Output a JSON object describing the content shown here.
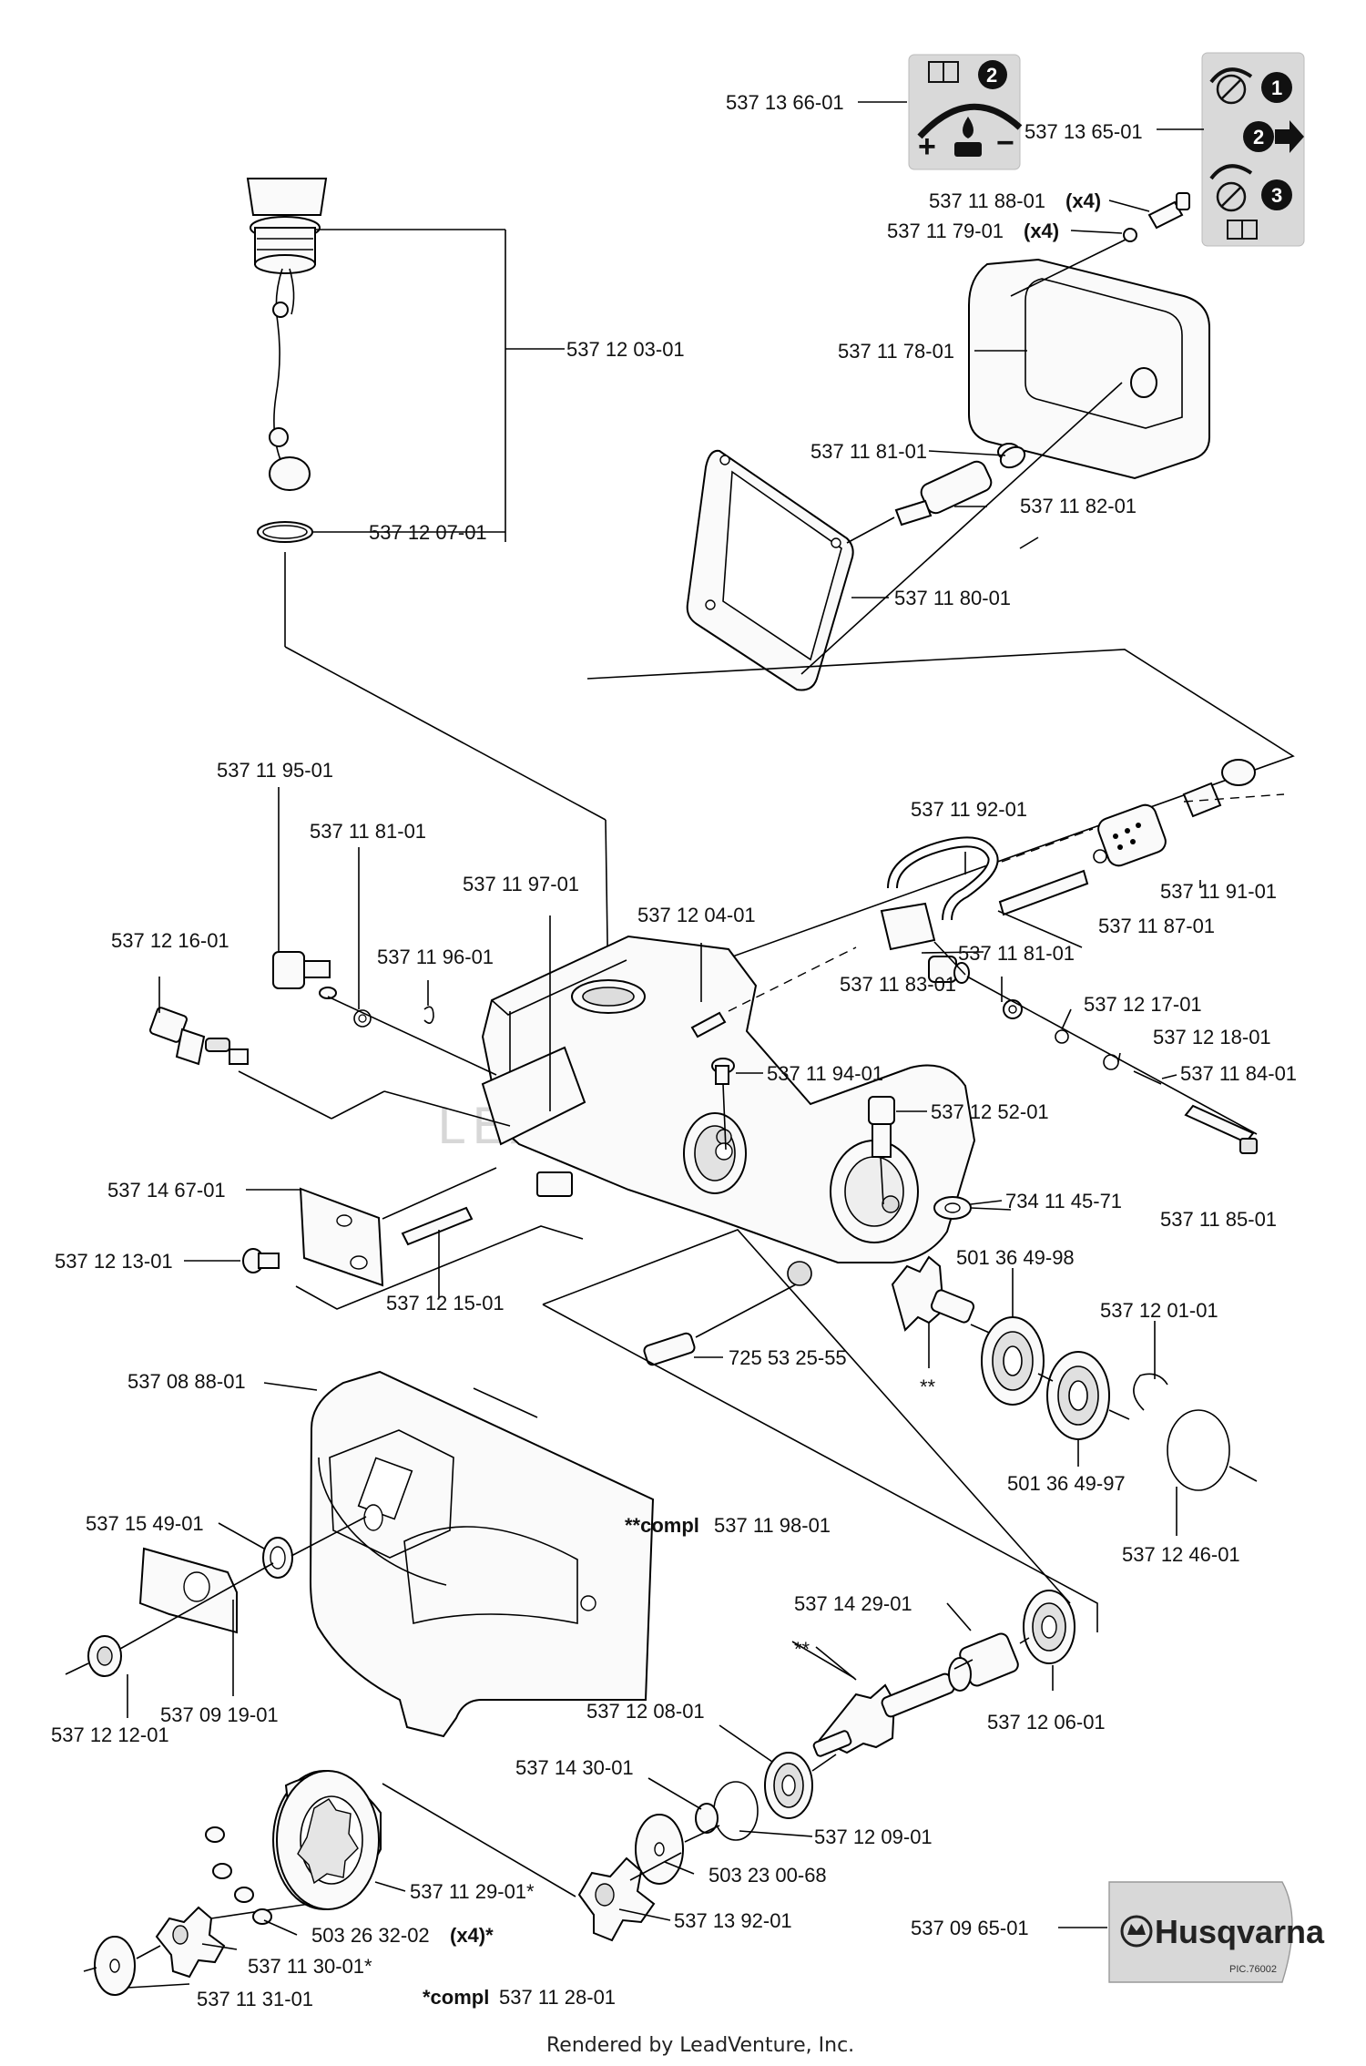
{
  "labels": {
    "p537136601": "537 13 66-01",
    "p537136501": "537 13 65-01",
    "p537118801": "537 11 88-01",
    "p537117901": "537 11 79-01",
    "x4a": "(x4)",
    "x4b": "(x4)",
    "p537120301": "537 12 03-01",
    "p537117801": "537 11 78-01",
    "p537118101a": "537 11 81-01",
    "p537118201": "537 11 82-01",
    "p537120701": "537 12 07-01",
    "p537118001": "537 11 80-01",
    "p537119501": "537 11 95-01",
    "p537118101b": "537 11 81-01",
    "p537119201": "537 11 92-01",
    "p537119701": "537 11 97-01",
    "p537119101": "537 11 91-01",
    "p537120401": "537 12 04-01",
    "p537121601": "537 12 16-01",
    "p537119601": "537 11 96-01",
    "p537118701": "537 11 87-01",
    "p537118101c": "537 11 81-01",
    "p537118301": "537 11 83-01",
    "p537121701": "537 12 17-01",
    "p537121801": "537 12 18-01",
    "p537119401": "537 11 94-01",
    "p537118401": "537 11 84-01",
    "p537125201": "537 12 52-01",
    "p537146701": "537 14 67-01",
    "p734114571": "734 11 45-71",
    "p537118501": "537 11 85-01",
    "p537121301": "537 12 13-01",
    "p501364998": "501 36 49-98",
    "p537121501": "537 12 15-01",
    "p537120101": "537 12 01-01",
    "p725532555": "725 53 25-55",
    "dstar1": "**",
    "p537088801": "537 08 88-01",
    "p501364997": "501 36 49-97",
    "p537154901": "537 15 49-01",
    "compl2_prefix": "**compl",
    "compl2_num": "537 11 98-01",
    "p537124601": "537 12 46-01",
    "p537142901": "537 14 29-01",
    "dstar2": "**",
    "p537091901": "537 09 19-01",
    "p537121201": "537 12 12-01",
    "p537120601": "537 12 06-01",
    "p537120801": "537 12 08-01",
    "p537143001": "537 14 30-01",
    "p537120901": "537 12 09-01",
    "p503230068": "503 23 00-68",
    "p537112901": "537 11 29-01*",
    "p537139201": "537 13 92-01",
    "p537096501": "537 09 65-01",
    "p503263202": "503 26 32-02",
    "x4star": "(x4)*",
    "p537113001": "537 11 30-01*",
    "p537113101": "537 11 31-01",
    "compl1_prefix": "*compl",
    "compl1_num": "537 11 28-01"
  },
  "decal": {
    "badge1": "2",
    "badge2": "1",
    "badge3": "2",
    "badge4": "3",
    "plus": "+",
    "minus": "−",
    "brand": "Husqvarna",
    "code": "PIC.76002"
  },
  "watermark": "LEADVENTURE",
  "footer": "Rendered by LeadVenture, Inc.",
  "icons": [
    "book-icon",
    "oil-drop-icon",
    "rotate-icon",
    "arrow-right-icon",
    "husqvarna-crown-icon"
  ]
}
